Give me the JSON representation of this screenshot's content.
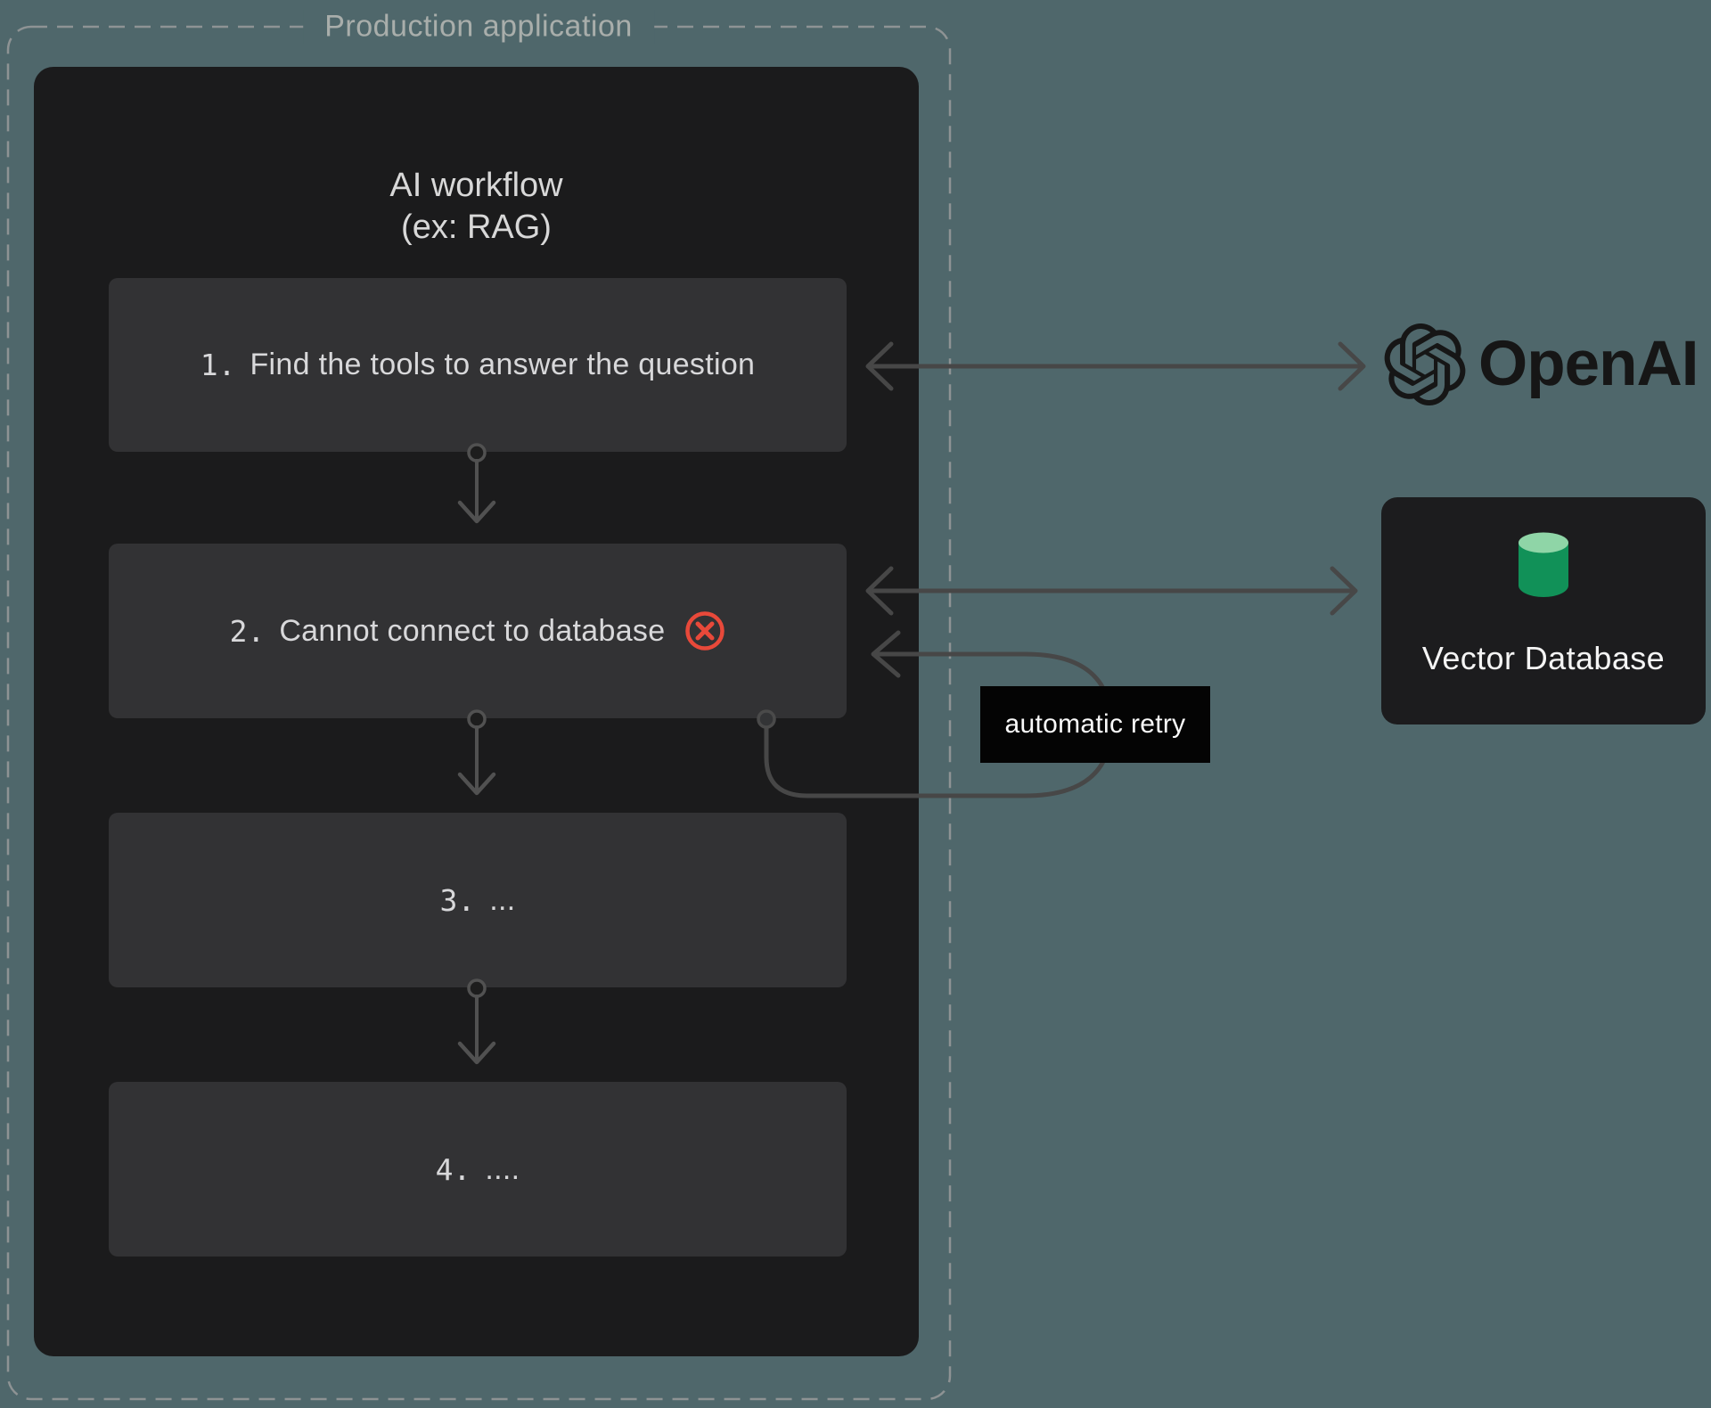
{
  "production_app": {
    "label": "Production application"
  },
  "workflow": {
    "title_line1": "AI workflow",
    "title_line2": "(ex: RAG)",
    "steps": [
      {
        "number": "1.",
        "text": "Find the tools to answer the question",
        "status": "ok"
      },
      {
        "number": "2.",
        "text": "Cannot connect to database",
        "status": "error"
      },
      {
        "number": "3.",
        "text": "...",
        "status": "ok"
      },
      {
        "number": "4.",
        "text": "....",
        "status": "ok"
      }
    ]
  },
  "retry": {
    "label": "automatic retry"
  },
  "openai": {
    "wordmark": "OpenAI"
  },
  "vector_db": {
    "label": "Vector Database"
  },
  "colors": {
    "background": "#4f676b",
    "container_dash": "#8e9394",
    "card": "#1b1b1c",
    "step_box": "#323234",
    "error_red": "#e8493a",
    "arrow_gray": "#474747",
    "inner_arrow_gray": "#515151",
    "retry_label_bg": "#040404",
    "db_card": "#1c1c1e",
    "cylinder_top_green": "#8fd5a7",
    "cylinder_body_green": "#119158",
    "openai_black": "#161616"
  }
}
